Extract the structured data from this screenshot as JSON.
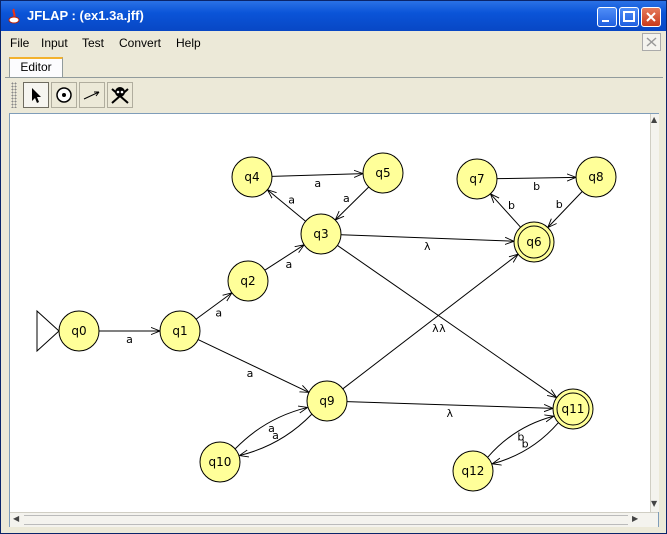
{
  "window": {
    "title": "JFLAP : (ex1.3a.jff)"
  },
  "menu": [
    "File",
    "Input",
    "Test",
    "Convert",
    "Help"
  ],
  "tabs": [
    "Editor"
  ],
  "toolbar": {
    "tools": [
      {
        "name": "attribute-editor",
        "icon": "pointer-arrow-icon",
        "selected": true
      },
      {
        "name": "state-creator",
        "icon": "state-circle-icon",
        "selected": false
      },
      {
        "name": "transition-creator",
        "icon": "transition-arrow-icon",
        "selected": false
      },
      {
        "name": "deleter",
        "icon": "skull-crossbones-icon",
        "selected": false
      }
    ]
  },
  "automaton": {
    "state_fill": "#ffff99",
    "initial_state": "q0",
    "final_states": [
      "q6",
      "q11"
    ],
    "states": [
      "q0",
      "q1",
      "q2",
      "q3",
      "q4",
      "q5",
      "q6",
      "q7",
      "q8",
      "q9",
      "q10",
      "q11",
      "q12"
    ],
    "transitions": [
      {
        "from": "q0",
        "to": "q1",
        "label": "a"
      },
      {
        "from": "q1",
        "to": "q2",
        "label": "a"
      },
      {
        "from": "q2",
        "to": "q3",
        "label": "a"
      },
      {
        "from": "q3",
        "to": "q4",
        "label": "a"
      },
      {
        "from": "q4",
        "to": "q5",
        "label": "a"
      },
      {
        "from": "q5",
        "to": "q3",
        "label": "a"
      },
      {
        "from": "q3",
        "to": "q6",
        "label": "λ"
      },
      {
        "from": "q7",
        "to": "q8",
        "label": "b"
      },
      {
        "from": "q8",
        "to": "q6",
        "label": "b"
      },
      {
        "from": "q6",
        "to": "q7",
        "label": "b"
      },
      {
        "from": "q3",
        "to": "q11",
        "label": "λ"
      },
      {
        "from": "q1",
        "to": "q9",
        "label": "a"
      },
      {
        "from": "q9",
        "to": "q6",
        "label": "λ"
      },
      {
        "from": "q9",
        "to": "q11",
        "label": "λ"
      },
      {
        "from": "q10",
        "to": "q9",
        "label": "a"
      },
      {
        "from": "q9",
        "to": "q10",
        "label": "a"
      },
      {
        "from": "q12",
        "to": "q11",
        "label": "b"
      },
      {
        "from": "q11",
        "to": "q12",
        "label": "b"
      }
    ]
  }
}
